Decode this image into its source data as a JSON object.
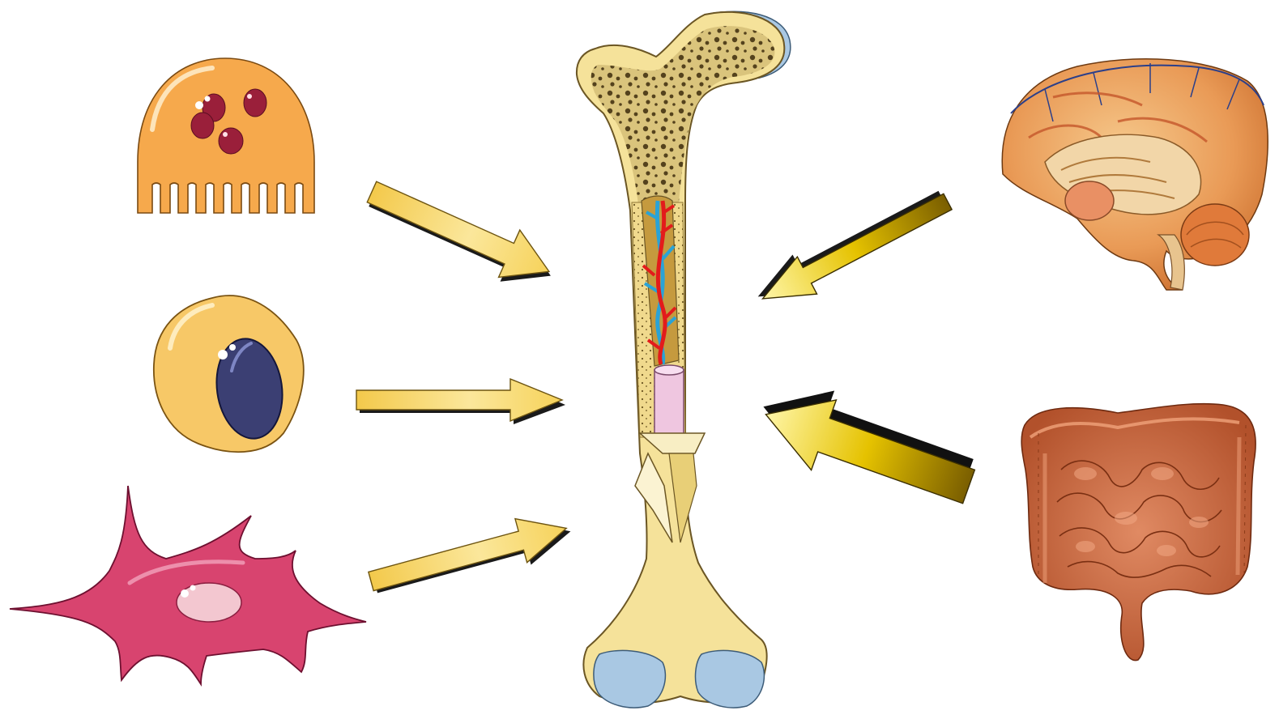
{
  "figure": {
    "left_items": [
      {
        "name": "osteoclast",
        "icon": "osteoclast-cell-icon"
      },
      {
        "name": "osteocyte",
        "icon": "osteocyte-cell-icon"
      },
      {
        "name": "osteoblast",
        "icon": "osteoblast-cell-icon"
      }
    ],
    "center_item": {
      "name": "femur",
      "icon": "femur-bone-icon"
    },
    "right_items": [
      {
        "name": "brain",
        "icon": "brain-icon"
      },
      {
        "name": "intestine",
        "icon": "intestine-icon"
      }
    ],
    "colors": {
      "osteoclast": "#f6a94c",
      "osteoclast_nuclei": "#9a1f3a",
      "osteocyte": "#f7c867",
      "osteocyte_nucleus": "#3b3f73",
      "osteoblast": "#d8446f",
      "osteoblast_nucleus": "#f3c7d0",
      "bone": "#f5e29a",
      "cartilage": "#a9c8e3",
      "artery": "#e31b1b",
      "vein": "#2aa3d6",
      "arrow_light": "#f2d35a",
      "arrow_dark": "#a88400",
      "brain": "#e79a55",
      "intestine": "#c9673f"
    }
  }
}
